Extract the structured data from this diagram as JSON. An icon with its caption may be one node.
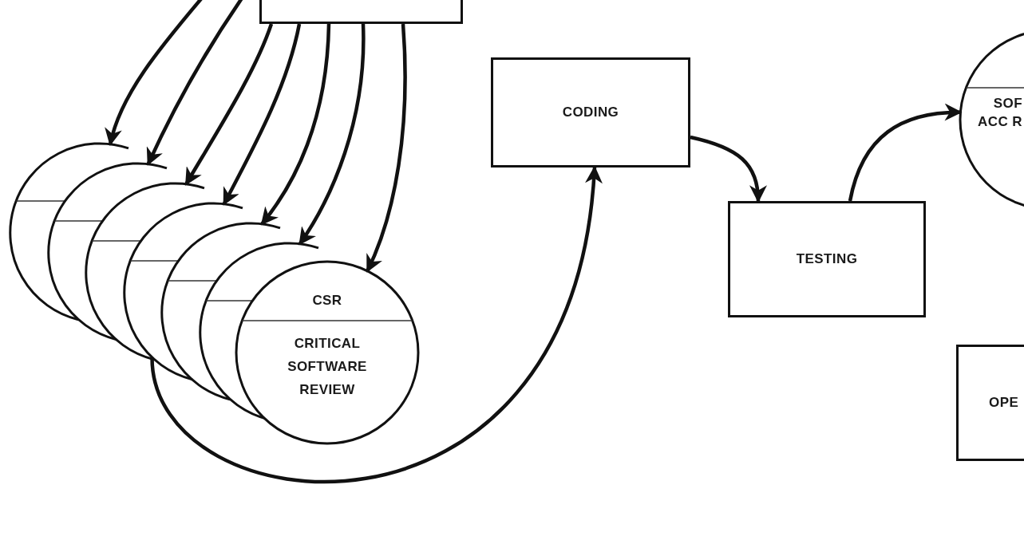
{
  "diagram": {
    "nodes": [
      {
        "text": [],
        "shape": "box"
      },
      {
        "text": [],
        "shape": "circle"
      },
      {
        "text": [],
        "shape": "circle"
      },
      {
        "text": [],
        "shape": "circle"
      },
      {
        "text": [],
        "shape": "circle"
      },
      {
        "text": [],
        "shape": "circle"
      },
      {
        "text": [],
        "shape": "circle"
      },
      {
        "text": [
          "CSR",
          "CRITICAL SOFTWARE REVIEW"
        ]
      },
      {
        "text": [
          "CODING"
        ]
      },
      {
        "text": [
          "TESTING"
        ]
      },
      {
        "text": [
          "SOF ACC R"
        ]
      },
      {
        "text": [
          "OPE"
        ]
      }
    ],
    "edges": [
      {
        "from": null,
        "to": 1,
        "arrow": "to"
      },
      {
        "from": null,
        "to": 2,
        "arrow": "to"
      },
      {
        "from": 0,
        "to": 3,
        "arrow": "to"
      },
      {
        "from": 0,
        "to": 4,
        "arrow": "to"
      },
      {
        "from": 0,
        "to": 5,
        "arrow": "to"
      },
      {
        "from": 0,
        "to": 6,
        "arrow": "to"
      },
      {
        "from": 0,
        "to": 7,
        "arrow": "to"
      },
      {
        "from": 4,
        "to": 8,
        "arrow": "to"
      },
      {
        "from": 8,
        "to": 9,
        "arrow": "to"
      },
      {
        "from": 9,
        "to": 10,
        "arrow": "to"
      }
    ]
  }
}
